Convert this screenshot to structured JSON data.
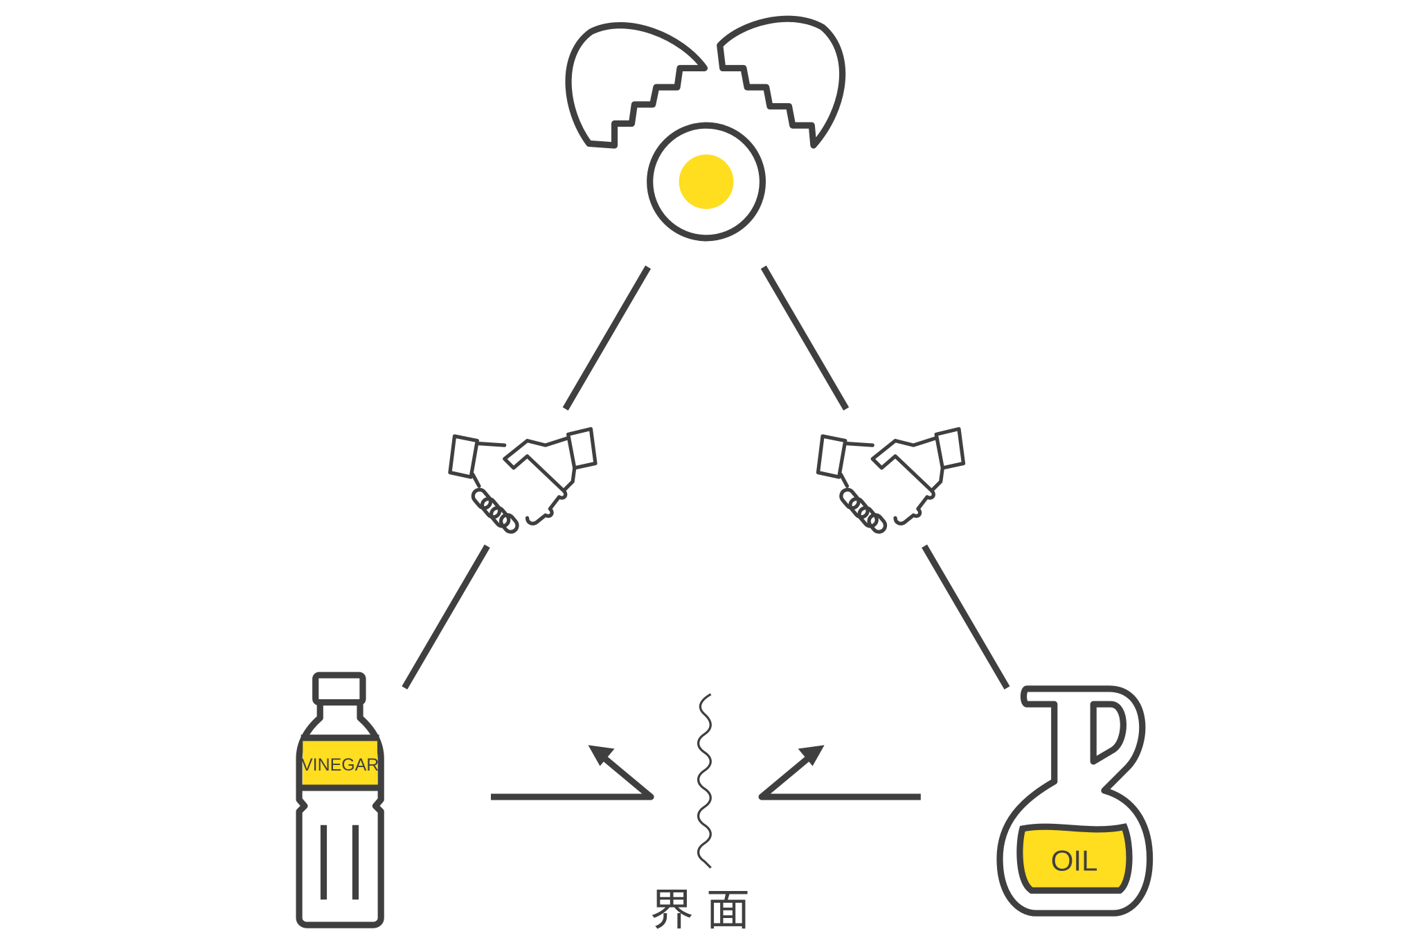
{
  "colors": {
    "ink": "#3f3f3f",
    "yellow": "#FFDD1F",
    "background": "#ffffff"
  },
  "nodes": {
    "egg": {
      "icon": "cracked-egg-icon"
    },
    "vinegar": {
      "icon": "vinegar-bottle-icon",
      "label": "VINEGAR"
    },
    "oil": {
      "icon": "oil-jug-icon",
      "label": "OIL"
    }
  },
  "links": [
    {
      "icon": "handshake-icon",
      "between": "egg-vinegar"
    },
    {
      "icon": "handshake-icon",
      "between": "egg-oil"
    }
  ],
  "interface": {
    "label": "界面",
    "icon": "wavy-interface-icon"
  }
}
